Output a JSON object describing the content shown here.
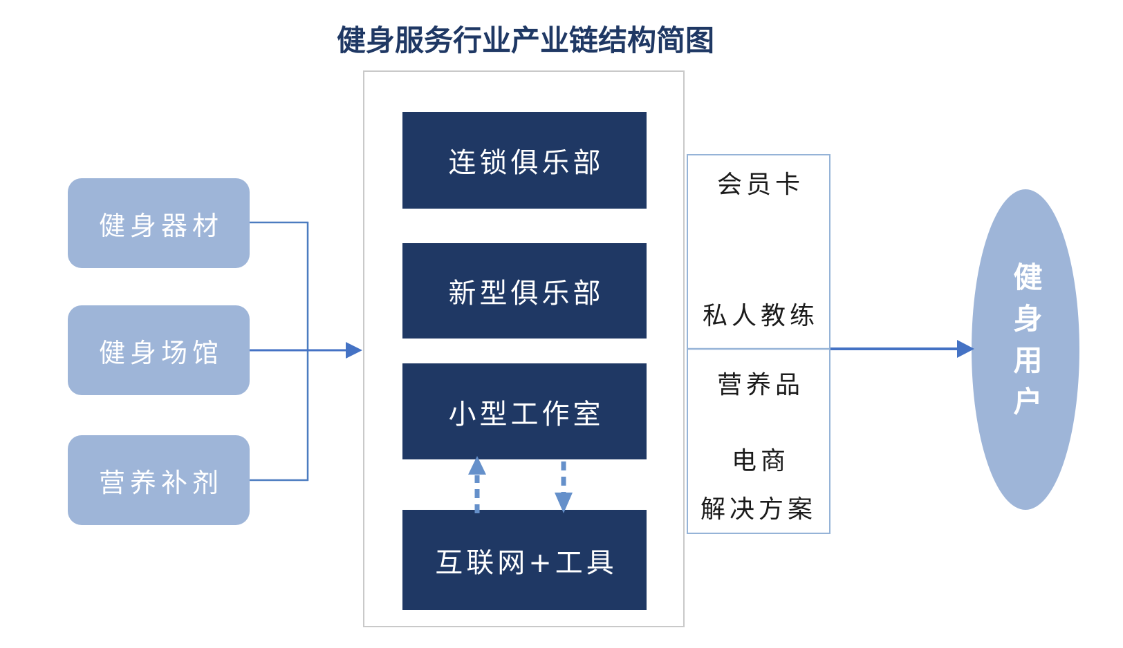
{
  "title": {
    "text": "健身服务行业产业链结构简图"
  },
  "colors": {
    "navy": "#1F3864",
    "light_blue": "#9EB5D8",
    "arrow_blue": "#4472C4",
    "connector_blue": "#4C7CC0",
    "dashed_blue": "#6590CA",
    "services_border": "#95B3D7",
    "container_border": "#C9C9C9",
    "services_text": "#1B1B1B",
    "title_color": "#1F3864"
  },
  "upstream": {
    "items": [
      {
        "label": "健身器材"
      },
      {
        "label": "健身场馆"
      },
      {
        "label": "营养补剂"
      }
    ]
  },
  "midstream": {
    "items": [
      {
        "label": "连锁俱乐部"
      },
      {
        "label": "新型俱乐部"
      },
      {
        "label": "小型工作室"
      },
      {
        "label": "互联网+工具"
      }
    ]
  },
  "services": {
    "items": [
      {
        "label": "会员卡"
      },
      {
        "label": "私人教练"
      },
      {
        "label": "营养品"
      },
      {
        "line1": "电商",
        "line2": "解决方案"
      }
    ]
  },
  "consumer": {
    "label": "健身用户"
  }
}
